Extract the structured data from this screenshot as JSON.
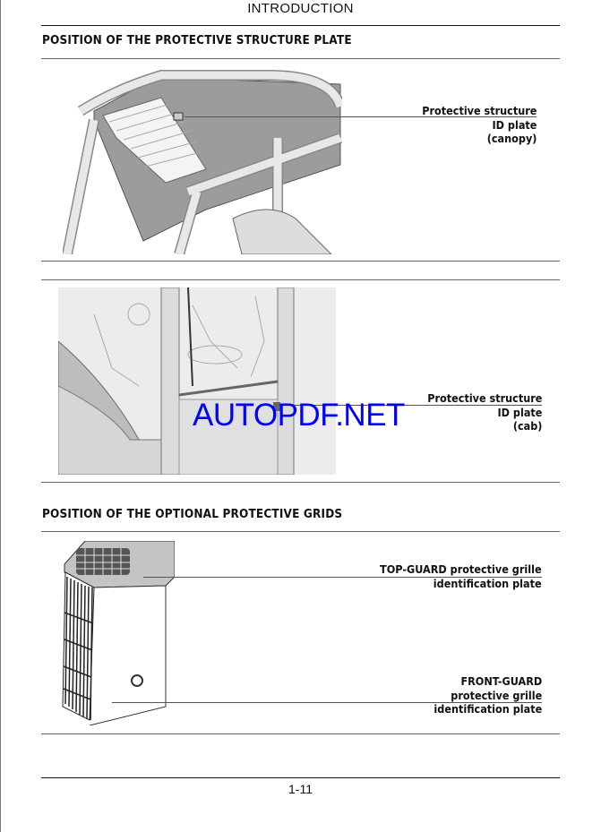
{
  "header": {
    "title": "INTRODUCTION"
  },
  "sections": [
    {
      "heading": "POSITION OF THE PROTECTIVE STRUCTURE PLATE",
      "figures": [
        {
          "label_lines": [
            "Protective structure",
            "ID plate",
            "(canopy)"
          ]
        },
        {
          "label_lines": [
            "Protective structure",
            "ID plate",
            "(cab)"
          ]
        }
      ]
    },
    {
      "heading": "POSITION OF THE OPTIONAL PROTECTIVE GRIDS",
      "figures": [
        {
          "callouts": [
            {
              "label_lines": [
                "TOP-GUARD protective grille",
                "identification plate"
              ]
            },
            {
              "label_lines": [
                "FRONT-GUARD",
                "protective grille",
                "identification plate"
              ]
            }
          ]
        }
      ]
    }
  ],
  "watermark": "AUTOPDF.NET",
  "watermark_color": "#0000ff",
  "footer": {
    "page_number": "1-11"
  }
}
